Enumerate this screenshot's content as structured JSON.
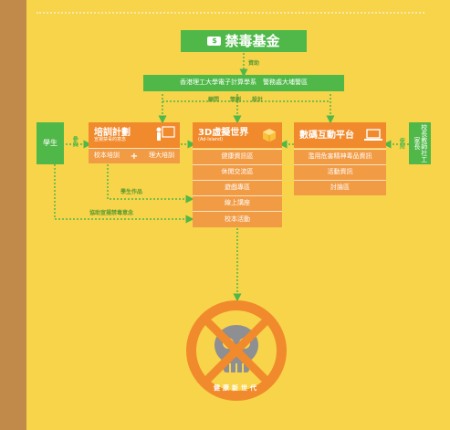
{
  "fund": {
    "title": "禁毒基金",
    "icon_glyph": "$"
  },
  "edge_labels": {
    "funding": "資助",
    "consult": "顧問",
    "plan": "策劃",
    "design": "設計",
    "student_works": "學生作品",
    "assist_promo": "協助宣揚禁毒意念",
    "participate": "參與",
    "use": "使用"
  },
  "partners": {
    "label": "香港理工大學電子計算學系　警務處大埔警區"
  },
  "student": {
    "label": "學生"
  },
  "stakeholders": {
    "label": "校長教師社工家長"
  },
  "training": {
    "title": "培訓計劃",
    "subtitle": "宣揚禁毒的意念",
    "school_training": "校本培訓",
    "plus": "+",
    "polyu_training": "理大培訓"
  },
  "virtual_world": {
    "title": "3D虛擬世界",
    "subtitle": "(Ad-Island)",
    "items": [
      "健康資訊區",
      "休閒交流區",
      "遊戲專區",
      "線上講座",
      "校本活動"
    ]
  },
  "digital_platform": {
    "title": "數碼互動平台",
    "items": [
      "濫用危害精神毒品資訊",
      "活動資訊",
      "討論區"
    ]
  },
  "emblem": {
    "text": "健康新世代"
  },
  "colors": {
    "background": "#f7d44a",
    "green": "#4fb848",
    "orange": "#f18a2c",
    "orange_light": "#f29b45"
  }
}
